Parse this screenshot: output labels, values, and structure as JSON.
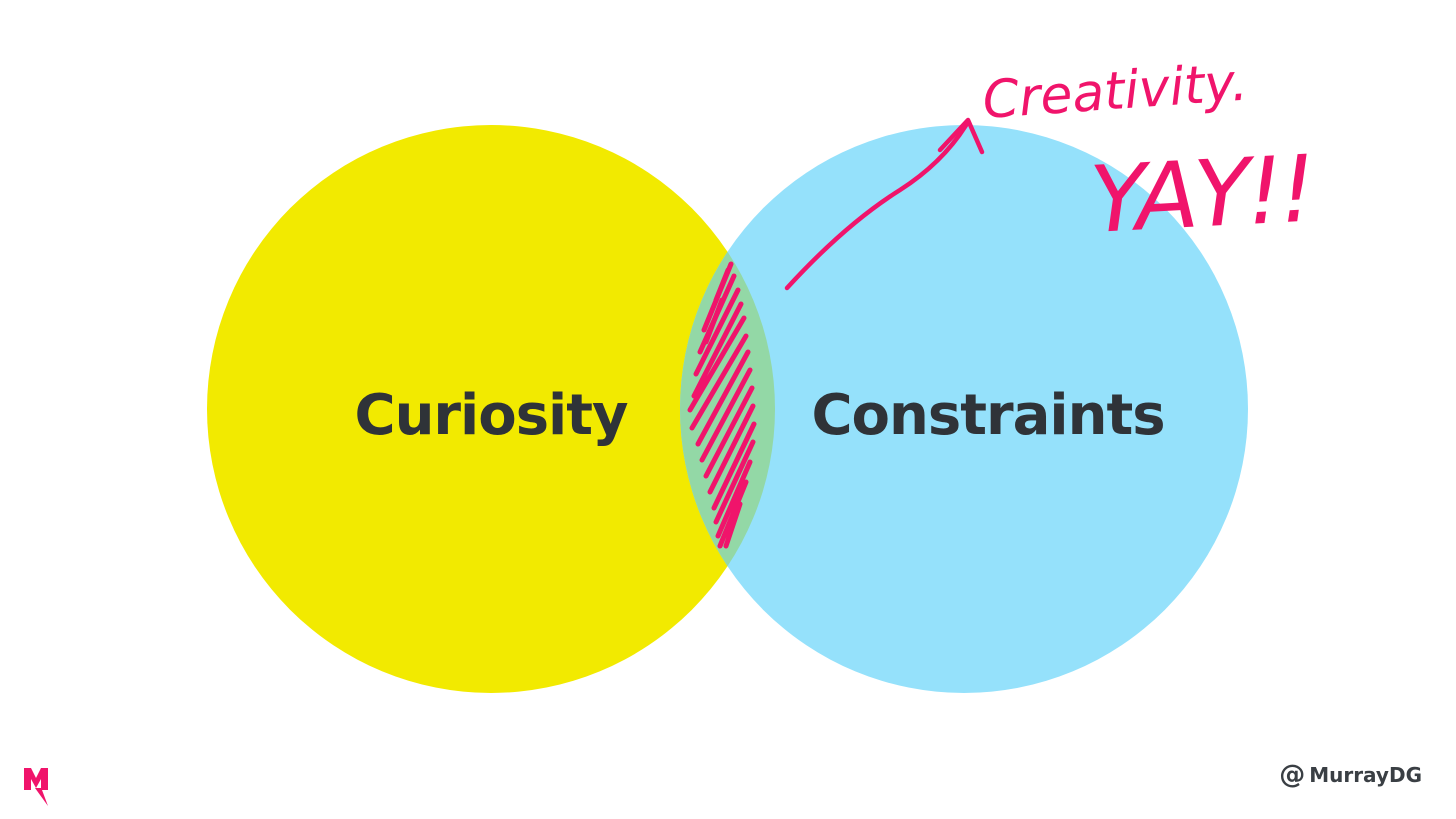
{
  "diagram": {
    "left_circle": {
      "label": "Curiosity",
      "color": "#f2ea00"
    },
    "right_circle": {
      "label": "Constraints",
      "color": "#95e1fb"
    },
    "overlap_color": "#93d8a6",
    "text_color": "#2f3338"
  },
  "annotation": {
    "color": "#f0146b",
    "word": "Creativity.",
    "exclaim": "YAY!!"
  },
  "footer": {
    "logo_color": "#f0146b",
    "handle_at": "@",
    "handle_name": "MurrayDG"
  }
}
